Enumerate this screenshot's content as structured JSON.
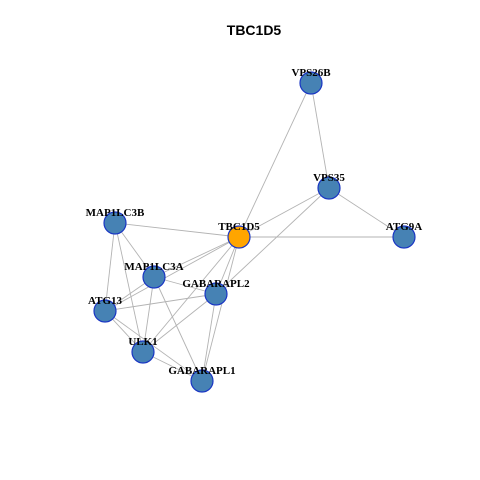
{
  "title": "TBC1D5",
  "colors": {
    "node_default": "#4682b4",
    "node_focus": "#ffa500",
    "node_border": "#1a36c4",
    "edge": "#b3b3b3"
  },
  "nodes": [
    {
      "id": "VPS26B",
      "label": "VPS26B",
      "focus": false
    },
    {
      "id": "VPS35",
      "label": "VPS35",
      "focus": false
    },
    {
      "id": "ATG9A",
      "label": "ATG9A",
      "focus": false
    },
    {
      "id": "MAP1LC3B",
      "label": "MAP1LC3B",
      "focus": false
    },
    {
      "id": "TBC1D5",
      "label": "TBC1D5",
      "focus": true
    },
    {
      "id": "MAP1LC3A",
      "label": "MAP1LC3A",
      "focus": false
    },
    {
      "id": "GABARAPL2",
      "label": "GABARAPL2",
      "focus": false
    },
    {
      "id": "ATG13",
      "label": "ATG13",
      "focus": false
    },
    {
      "id": "ULK1",
      "label": "ULK1",
      "focus": false
    },
    {
      "id": "GABARAPL1",
      "label": "GABARAPL1",
      "focus": false
    }
  ],
  "edges": [
    [
      "VPS26B",
      "VPS35"
    ],
    [
      "VPS26B",
      "TBC1D5"
    ],
    [
      "VPS35",
      "ATG9A"
    ],
    [
      "VPS35",
      "TBC1D5"
    ],
    [
      "VPS35",
      "GABARAPL2"
    ],
    [
      "TBC1D5",
      "ATG9A"
    ],
    [
      "TBC1D5",
      "MAP1LC3B"
    ],
    [
      "TBC1D5",
      "MAP1LC3A"
    ],
    [
      "TBC1D5",
      "ATG13"
    ],
    [
      "TBC1D5",
      "ULK1"
    ],
    [
      "TBC1D5",
      "GABARAPL2"
    ],
    [
      "TBC1D5",
      "GABARAPL1"
    ],
    [
      "MAP1LC3B",
      "MAP1LC3A"
    ],
    [
      "MAP1LC3B",
      "ATG13"
    ],
    [
      "MAP1LC3B",
      "ULK1"
    ],
    [
      "MAP1LC3A",
      "ATG13"
    ],
    [
      "MAP1LC3A",
      "ULK1"
    ],
    [
      "MAP1LC3A",
      "GABARAPL1"
    ],
    [
      "MAP1LC3A",
      "GABARAPL2"
    ],
    [
      "GABARAPL2",
      "ATG13"
    ],
    [
      "GABARAPL2",
      "ULK1"
    ],
    [
      "GABARAPL2",
      "GABARAPL1"
    ],
    [
      "ATG13",
      "ULK1"
    ],
    [
      "ATG13",
      "GABARAPL1"
    ],
    [
      "ULK1",
      "GABARAPL1"
    ]
  ]
}
